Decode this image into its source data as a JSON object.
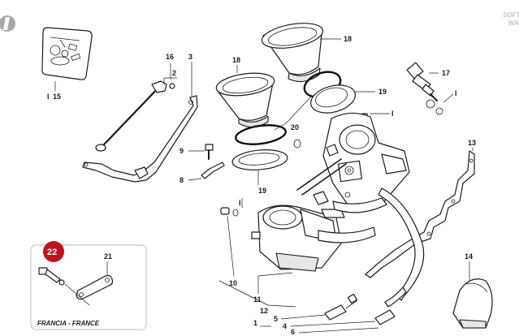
{
  "watermark": {
    "line1": "SOFT",
    "line2": "WA"
  },
  "callouts": {
    "c_i1": "I",
    "c15": "15",
    "c16": "16",
    "c2": "2",
    "c3": "3",
    "c18a": "18",
    "c18b": "18",
    "c19a": "19",
    "c_i2": "I",
    "c17": "17",
    "c_i3": "I",
    "c20": "20",
    "c9": "9",
    "c8": "8",
    "c19b": "19",
    "c13": "13",
    "c_i4": "I",
    "c22": "22",
    "c21": "21",
    "c10": "10",
    "c11": "11",
    "c12": "12",
    "c5": "5",
    "c4": "4",
    "c1": "1",
    "c6": "6",
    "c14": "14"
  },
  "inset": {
    "caption": "FRANCIA - FRANCE"
  },
  "colors": {
    "badge": "#c0141c",
    "frame": "#b8b8b8",
    "line": "#1a1a1a"
  }
}
